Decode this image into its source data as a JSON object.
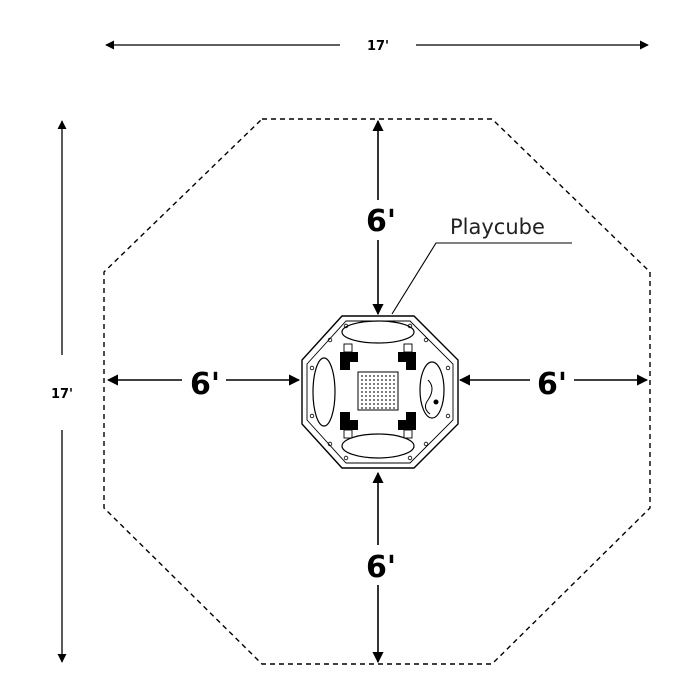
{
  "diagram": {
    "overall_width_label": "17'",
    "overall_depth_label": "17'",
    "clearance_top_label": "6'",
    "clearance_bottom_label": "6'",
    "clearance_left_label": "6'",
    "clearance_right_label": "6'",
    "callout_label": "Playcube"
  },
  "colors": {
    "line": "#000000",
    "label": "#000000"
  }
}
